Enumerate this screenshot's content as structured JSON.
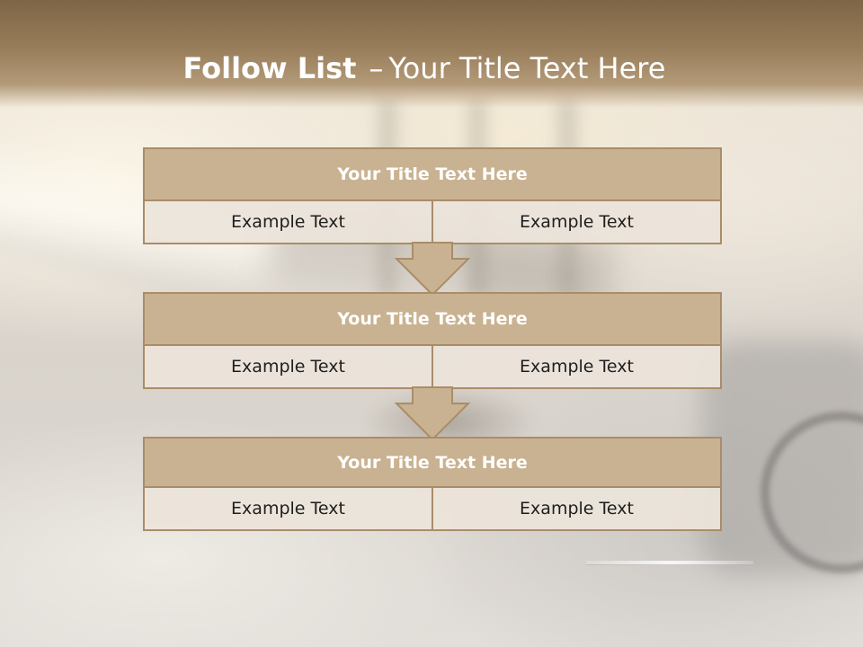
{
  "slide": {
    "title_bold": "Follow List",
    "title_dash": "–",
    "title_rest": "Your Title Text Here"
  },
  "blocks": [
    {
      "title": "Your Title Text Here",
      "cells": [
        "Example Text",
        "Example Text"
      ]
    },
    {
      "title": "Your Title Text Here",
      "cells": [
        "Example Text",
        "Example Text"
      ]
    },
    {
      "title": "Your Title Text Here",
      "cells": [
        "Example Text",
        "Example Text"
      ]
    }
  ],
  "colors": {
    "header_band": "#987d5a",
    "box_header": "#c9b291",
    "box_border": "#a98d68",
    "box_cell": "#ece4da",
    "arrow_fill": "#c9b291"
  },
  "icons": {
    "connector": "down-arrow-icon"
  }
}
